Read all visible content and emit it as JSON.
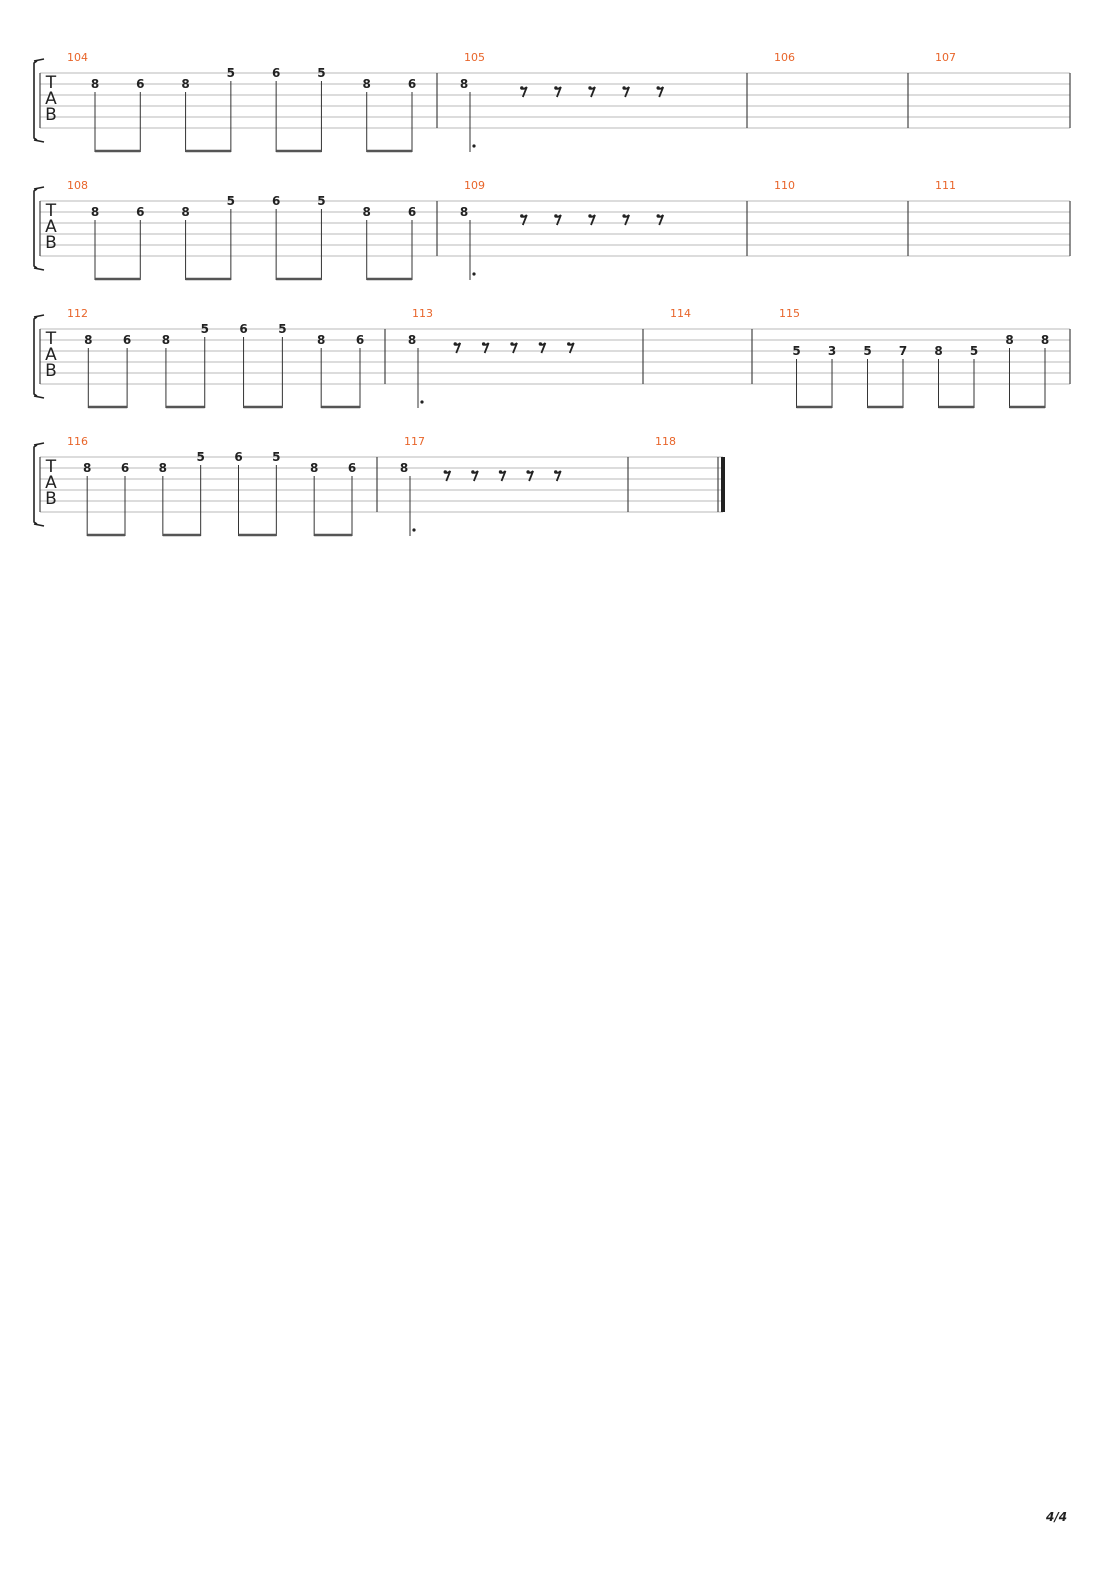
{
  "tab_clef": [
    "T",
    "A",
    "B"
  ],
  "page_number": "4/4",
  "systems": [
    {
      "measures": [
        {
          "number": "104",
          "notes": [
            {
              "fret": "8",
              "string": 1,
              "beam": "start"
            },
            {
              "fret": "6",
              "string": 1,
              "beam": "end"
            },
            {
              "fret": "8",
              "string": 1,
              "beam": "start"
            },
            {
              "fret": "5",
              "string": 0,
              "beam": "end"
            },
            {
              "fret": "6",
              "string": 0,
              "beam": "start"
            },
            {
              "fret": "5",
              "string": 0,
              "beam": "end"
            },
            {
              "fret": "8",
              "string": 1,
              "beam": "start"
            },
            {
              "fret": "6",
              "string": 1,
              "beam": "end"
            }
          ]
        },
        {
          "number": "105",
          "dotted": true,
          "notes": [
            {
              "fret": "8",
              "string": 1
            }
          ],
          "rests": 5
        },
        {
          "number": "106",
          "notes": []
        },
        {
          "number": "107",
          "notes": []
        }
      ]
    },
    {
      "measures": [
        {
          "number": "108",
          "notes": [
            {
              "fret": "8",
              "string": 1,
              "beam": "start"
            },
            {
              "fret": "6",
              "string": 1,
              "beam": "end"
            },
            {
              "fret": "8",
              "string": 1,
              "beam": "start"
            },
            {
              "fret": "5",
              "string": 0,
              "beam": "end"
            },
            {
              "fret": "6",
              "string": 0,
              "beam": "start"
            },
            {
              "fret": "5",
              "string": 0,
              "beam": "end"
            },
            {
              "fret": "8",
              "string": 1,
              "beam": "start"
            },
            {
              "fret": "6",
              "string": 1,
              "beam": "end"
            }
          ]
        },
        {
          "number": "109",
          "dotted": true,
          "notes": [
            {
              "fret": "8",
              "string": 1
            }
          ],
          "rests": 5
        },
        {
          "number": "110",
          "notes": []
        },
        {
          "number": "111",
          "notes": []
        }
      ]
    },
    {
      "measures": [
        {
          "number": "112",
          "notes": [
            {
              "fret": "8",
              "string": 1,
              "beam": "start"
            },
            {
              "fret": "6",
              "string": 1,
              "beam": "end"
            },
            {
              "fret": "8",
              "string": 1,
              "beam": "start"
            },
            {
              "fret": "5",
              "string": 0,
              "beam": "end"
            },
            {
              "fret": "6",
              "string": 0,
              "beam": "start"
            },
            {
              "fret": "5",
              "string": 0,
              "beam": "end"
            },
            {
              "fret": "8",
              "string": 1,
              "beam": "start"
            },
            {
              "fret": "6",
              "string": 1,
              "beam": "end"
            }
          ]
        },
        {
          "number": "113",
          "dotted": true,
          "notes": [
            {
              "fret": "8",
              "string": 1
            }
          ],
          "rests": 5
        },
        {
          "number": "114",
          "notes": []
        },
        {
          "number": "115",
          "notes": [
            {
              "fret": "5",
              "string": 2,
              "beam": "start"
            },
            {
              "fret": "3",
              "string": 2,
              "beam": "end"
            },
            {
              "fret": "5",
              "string": 2,
              "beam": "start"
            },
            {
              "fret": "7",
              "string": 2,
              "beam": "end"
            },
            {
              "fret": "8",
              "string": 2,
              "beam": "start"
            },
            {
              "fret": "5",
              "string": 2,
              "beam": "end"
            },
            {
              "fret": "8",
              "string": 1,
              "beam": "start"
            },
            {
              "fret": "8",
              "string": 1,
              "beam": "end"
            }
          ]
        }
      ]
    },
    {
      "final": true,
      "measures": [
        {
          "number": "116",
          "notes": [
            {
              "fret": "8",
              "string": 1,
              "beam": "start"
            },
            {
              "fret": "6",
              "string": 1,
              "beam": "end"
            },
            {
              "fret": "8",
              "string": 1,
              "beam": "start"
            },
            {
              "fret": "5",
              "string": 0,
              "beam": "end"
            },
            {
              "fret": "6",
              "string": 0,
              "beam": "start"
            },
            {
              "fret": "5",
              "string": 0,
              "beam": "end"
            },
            {
              "fret": "8",
              "string": 1,
              "beam": "start"
            },
            {
              "fret": "6",
              "string": 1,
              "beam": "end"
            }
          ]
        },
        {
          "number": "117",
          "dotted": true,
          "notes": [
            {
              "fret": "8",
              "string": 1
            }
          ],
          "rests": 5
        },
        {
          "number": "118",
          "notes": []
        }
      ]
    }
  ]
}
